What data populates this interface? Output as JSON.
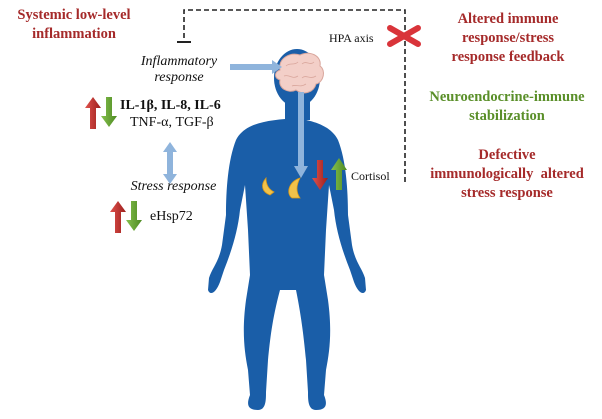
{
  "left": {
    "systemic_title": [
      "Systemic low-level",
      "inflammation"
    ],
    "inflammatory_response": [
      "Inflammatory",
      "response"
    ],
    "cytokines_line1": "IL-1β, IL-8, IL-6",
    "cytokines_line2": "TNF-α, TGF-β",
    "stress_response": "Stress response",
    "ehsp72": "eHsp72"
  },
  "center": {
    "hpa_axis": "HPA axis",
    "cortisol": "Cortisol"
  },
  "right": {
    "altered": [
      "Altered immune",
      "response/stress",
      "response feedback"
    ],
    "neuroendocrine": [
      "Neuroendocrine-immune",
      "stabilization"
    ],
    "defective": [
      "Defective",
      "immunologically  altered",
      "stress response"
    ]
  },
  "colors": {
    "body": "#1a5ea8",
    "flow_arrow": "#8fb4dc",
    "up_arrow": "#c0302e",
    "down_arrow": "#5c9a2e",
    "cross": "#d9343a",
    "red_text": "#a52a2a",
    "green_text": "#5a8f29",
    "adrenal": "#f2c24a",
    "brain": "#f3cfc8"
  }
}
